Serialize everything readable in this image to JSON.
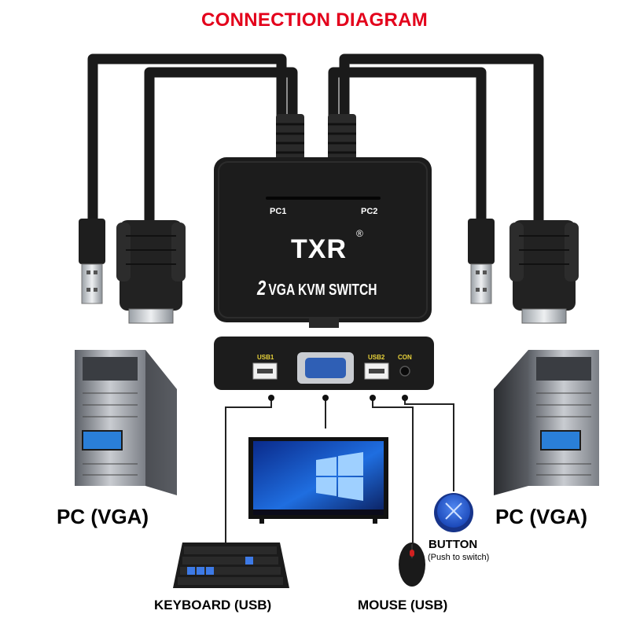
{
  "title": "CONNECTION DIAGRAM",
  "brand": "TXR",
  "registered_mark": "®",
  "product": {
    "port_count": "2",
    "name": "VGA KVM SWITCH",
    "top_labels": [
      "PC1",
      "PC2"
    ],
    "ports": [
      "USB1",
      "USB2",
      "CON"
    ]
  },
  "labels": {
    "pc_left": "PC (VGA)",
    "pc_right": "PC (VGA)",
    "keyboard": "KEYBOARD (USB)",
    "mouse": "MOUSE (USB)",
    "button": "BUTTON",
    "button_hint": "(Push to switch)"
  },
  "colors": {
    "title": "#e3001b",
    "device_body": "#1c1c1c",
    "port_label": "#e8d23a",
    "vga_port": "#2f5fb5",
    "button_cap": "#2a5fd6"
  }
}
